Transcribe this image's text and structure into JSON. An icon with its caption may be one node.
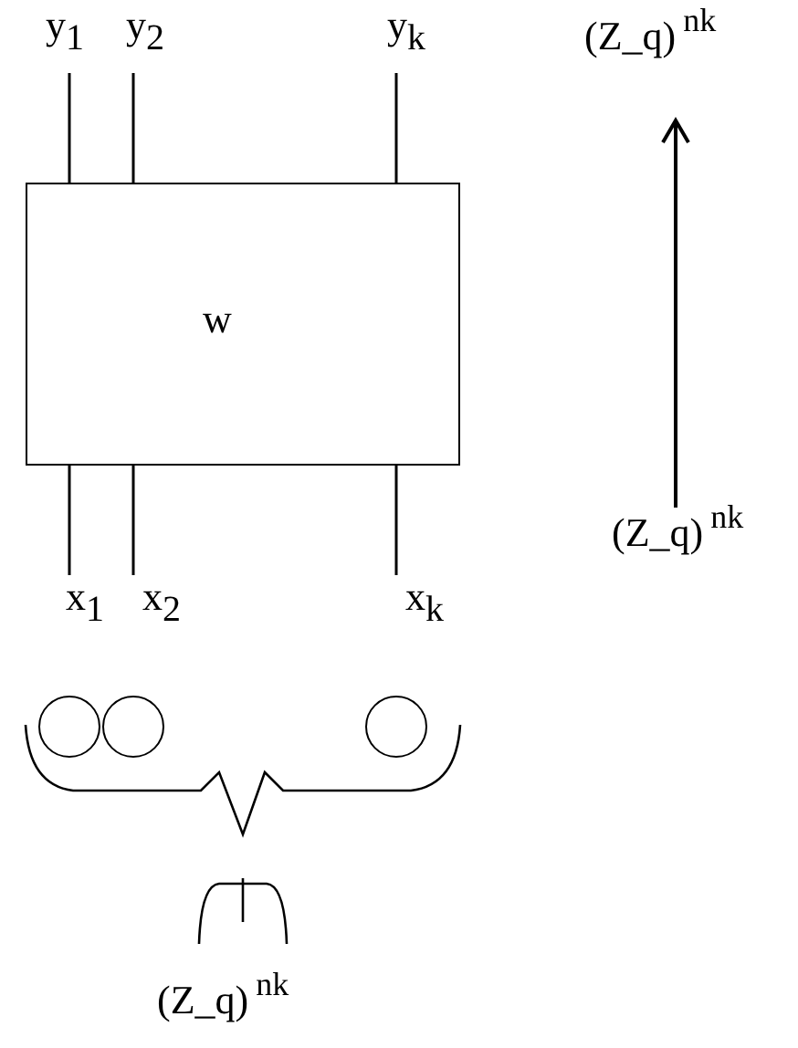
{
  "diagram": {
    "nodes": [
      {
        "text": [
          "w"
        ]
      },
      {
        "text": [
          "y$_{1}$"
        ]
      },
      {
        "text": [
          "y$_{2}$"
        ]
      },
      {
        "text": [
          "y$_{k}$"
        ]
      },
      {
        "text": [
          "x$_{1}$"
        ]
      },
      {
        "text": [
          "x$_{2}$"
        ]
      },
      {
        "text": [
          "x$_{k}$"
        ]
      },
      {
        "text": [
          "(Z_q)$^{nk}$"
        ]
      },
      {
        "text": [
          "(Z_q)$^{nk}$"
        ]
      },
      {
        "text": [],
        "shape": "circle"
      },
      {
        "text": [],
        "shape": "circle"
      },
      {
        "text": [],
        "shape": "circle"
      }
    ],
    "edges": [
      {
        "from": 1,
        "to": 0,
        "arrow": "none"
      },
      {
        "from": 2,
        "to": 0,
        "arrow": "none"
      },
      {
        "from": 3,
        "to": 0,
        "arrow": "none"
      },
      {
        "from": 0,
        "to": 4,
        "arrow": "none"
      },
      {
        "from": 0,
        "to": 5,
        "arrow": "none"
      },
      {
        "from": 0,
        "to": 6,
        "arrow": "none"
      },
      {
        "from": 8,
        "to": 7,
        "arrow": "to"
      }
    ],
    "labels": [
      "(Z_q)$^{nk}$"
    ]
  }
}
